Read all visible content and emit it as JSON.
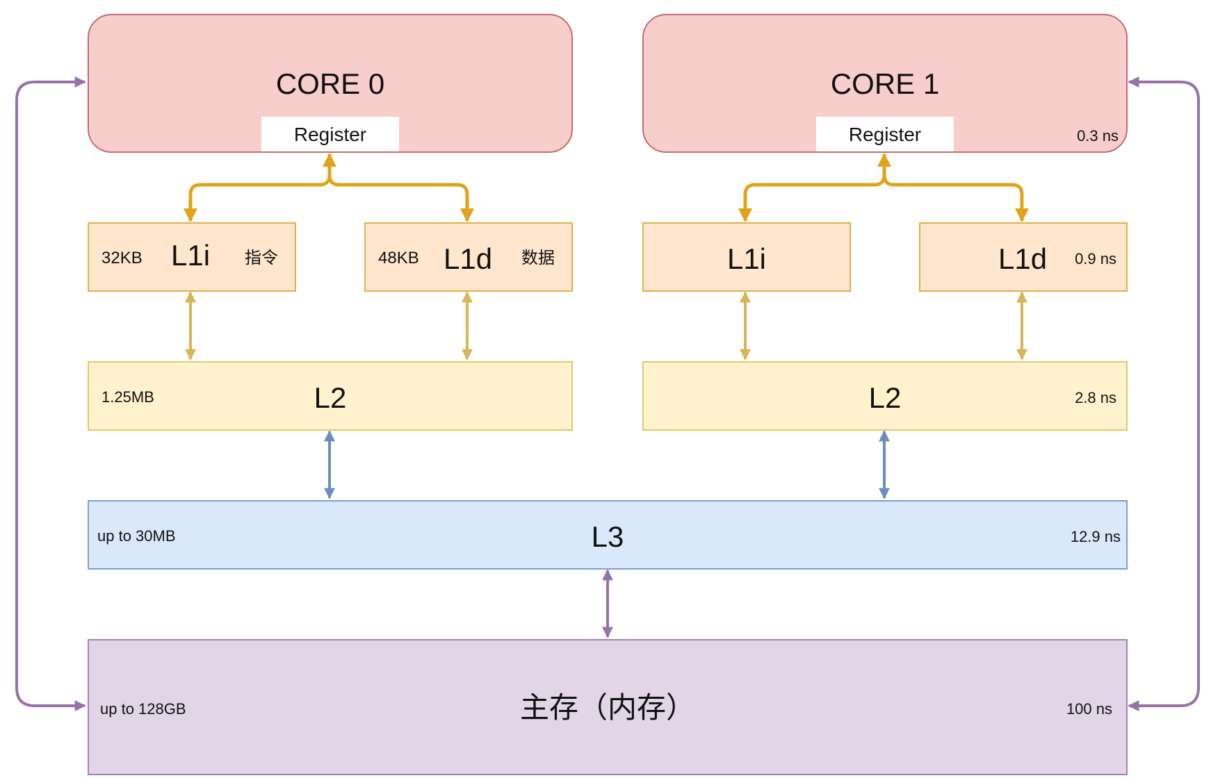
{
  "diagram": {
    "core0": {
      "title": "CORE 0",
      "register": "Register"
    },
    "core1": {
      "title": "CORE 1",
      "register": "Register",
      "latency": "0.3 ns"
    },
    "core0_l1i": {
      "label": "L1i",
      "size": "32KB",
      "note": "指令"
    },
    "core0_l1d": {
      "label": "L1d",
      "size": "48KB",
      "note": "数据"
    },
    "core1_l1i": {
      "label": "L1i"
    },
    "core1_l1d": {
      "label": "L1d",
      "latency": "0.9 ns"
    },
    "core0_l2": {
      "label": "L2",
      "size": "1.25MB"
    },
    "core1_l2": {
      "label": "L2",
      "latency": "2.8 ns"
    },
    "l3": {
      "label": "L3",
      "size": "up to 30MB",
      "latency": "12.9 ns"
    },
    "memory": {
      "label": "主存（内存）",
      "size": "up to 128GB",
      "latency": "100 ns"
    }
  },
  "colors": {
    "core_fill": "#f8cecc",
    "core_border": "#c56a6a",
    "l1_fill": "#ffe6cc",
    "l1_border": "#e0b048",
    "l2_fill": "#fff2cc",
    "l2_border": "#e2c86a",
    "l3_fill": "#dae8fc",
    "l3_border": "#7d9fcb",
    "memory_fill": "#e1d5e7",
    "memory_border": "#a77fb6",
    "arrow_register_l1": "#e0a31a",
    "arrow_l1_l2": "#d6b656",
    "arrow_l2_l3": "#6c8ebf",
    "arrow_memory": "#9673a6"
  }
}
